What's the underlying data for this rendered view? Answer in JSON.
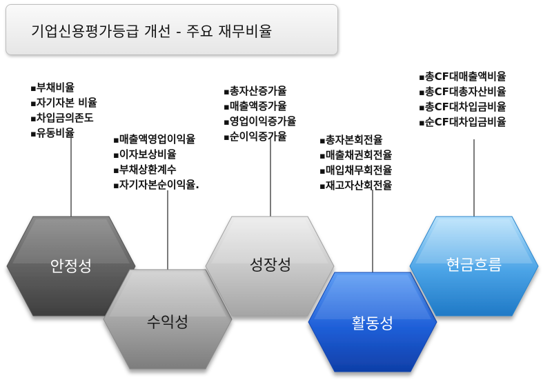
{
  "title": "기업신용평가등급 개선 - 주요 재무비율",
  "categories": [
    {
      "label": "안정성",
      "items": [
        "부채비율",
        "자기자본 비율",
        "차입금의존도",
        "유동비율"
      ]
    },
    {
      "label": "수익성",
      "items": [
        "매출액영업이익율",
        "이자보상비율",
        "부채상환계수",
        "자기자본순이익율."
      ]
    },
    {
      "label": "성장성",
      "items": [
        "총자산증가율",
        "매출액증가율",
        "영업이익증가율",
        "순이익증가율"
      ]
    },
    {
      "label": "활동성",
      "items": [
        "총자본회전율",
        "매출채권회전율",
        "매입채무회전율",
        "재고자산회전율"
      ]
    },
    {
      "label": "현금흐름",
      "items": [
        "총CF대매출액비율",
        "총CF대총자산비율",
        "총CF대차입금비율",
        "순CF대차입금비율"
      ]
    }
  ],
  "colors": {
    "stability": "#5e5e5e",
    "profitability": "#a2a2a2",
    "growth": "#c6c6c6",
    "activity": "#1f5fd8",
    "cashflow": "#4aa3e6"
  }
}
